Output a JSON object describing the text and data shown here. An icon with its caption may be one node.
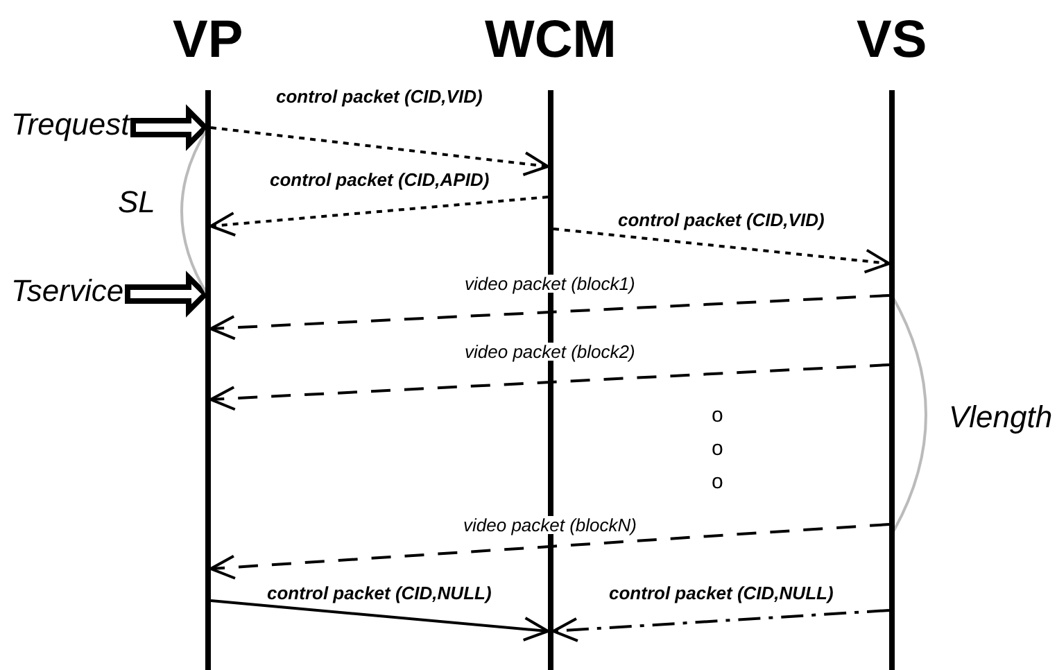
{
  "diagram": {
    "nodes": [
      {
        "text": [
          "VP"
        ]
      },
      {
        "text": [
          "WCM"
        ]
      },
      {
        "text": [
          "VS"
        ]
      },
      {
        "text": [
          "Trequest"
        ]
      },
      {
        "text": [
          "Tservice"
        ]
      }
    ],
    "edges": [
      {
        "from": 3,
        "to": 0,
        "arrow": "to",
        "style": "thick"
      },
      {
        "from": 4,
        "to": 0,
        "arrow": "to",
        "style": "thick"
      },
      {
        "from": 0,
        "to": 1,
        "arrow": "to",
        "label": "control packet (CID,VID)",
        "style": "dashed"
      },
      {
        "from": 1,
        "to": 0,
        "arrow": "to",
        "label": "control packet (CID,APID)",
        "style": "dashed"
      },
      {
        "from": 1,
        "to": 2,
        "arrow": "to",
        "label": "control packet (CID,VID)",
        "style": "dashed"
      },
      {
        "from": 2,
        "to": 0,
        "arrow": "to",
        "label": "video packet (block1)",
        "style": "dashed"
      },
      {
        "from": 2,
        "to": 0,
        "arrow": "to",
        "label": "video packet (block2)",
        "style": "dashed"
      },
      {
        "from": 2,
        "to": 0,
        "arrow": "to",
        "label": "video packet (blockN)",
        "style": "dashed"
      },
      {
        "from": 0,
        "to": 1,
        "arrow": "to",
        "label": "control packet (CID,NULL)"
      },
      {
        "from": 2,
        "to": 1,
        "arrow": "to",
        "label": "control packet (CID,NULL)",
        "style": "dashed"
      }
    ],
    "labels": [
      "SL",
      "o",
      "o",
      "o",
      "Vlength"
    ]
  }
}
